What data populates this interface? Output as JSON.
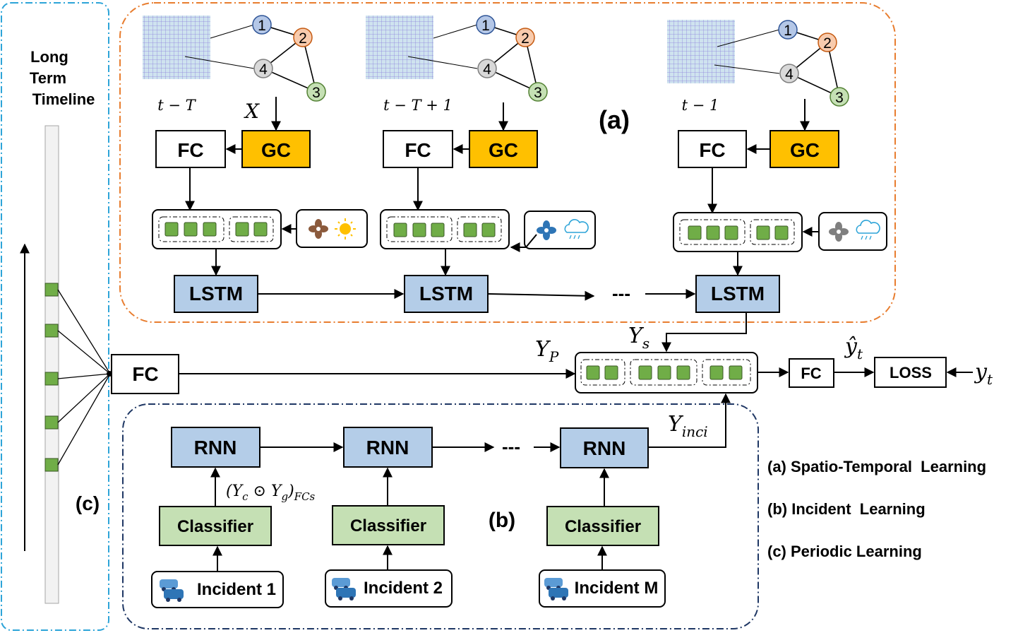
{
  "colors": {
    "orange_border": "#e87d2f",
    "blue_border": "#2da4d8",
    "navy_border": "#1f3764",
    "gc_fill": "#ffc000",
    "lstm_fill": "#b4cde8",
    "classifier_fill": "#c5e0b4",
    "cell_green": "#70ad47",
    "node_blue": "#b4c7e7",
    "node_orange": "#f8cbad",
    "node_gray": "#d9d9d9",
    "node_green": "#c5e0b4"
  },
  "timeline": {
    "title_lines": [
      "Long",
      "Term",
      "Timeline"
    ],
    "label": "(c)"
  },
  "spatio_temporal": {
    "label": "(a)",
    "time_labels": [
      "t − T",
      "t − T + 1",
      "t − 1"
    ],
    "input_label": "X",
    "fc_label": "FC",
    "gc_label": "GC",
    "lstm_label": "LSTM",
    "node_labels": [
      "1",
      "2",
      "4",
      "3"
    ],
    "ellipsis": "---",
    "weather_icons": [
      [
        "fan-icon",
        "sun-icon"
      ],
      [
        "fan-icon",
        "rain-cloud-icon"
      ],
      [
        "fan-icon",
        "rain-cloud-icon"
      ]
    ]
  },
  "fusion": {
    "fc_label": "FC",
    "ys_label": "Y",
    "ys_sub": "s",
    "yp_label": "Y",
    "yp_sub": "P",
    "yinci_label": "Y",
    "yinci_sub": "inci",
    "output_fc_label": "FC",
    "yhat_label": "ŷ",
    "yhat_sub": "t",
    "loss_label": "LOSS",
    "ytrue_label": "y",
    "ytrue_sub": "t"
  },
  "incident": {
    "label": "(b)",
    "rnn_label": "RNN",
    "classifier_label": "Classifier",
    "incident_labels": [
      "Incident 1",
      "Incident 2",
      "Incident M"
    ],
    "ellipsis": "---",
    "formula": "(Y",
    "formula_c": "c",
    "formula_op": " ⊙ Y",
    "formula_g": "g",
    "formula_close": ")",
    "formula_fcs": "FCs"
  },
  "legend": {
    "items": [
      "(a) Spatio-Temporal  Learning",
      "(b) Incident  Learning",
      "(c) Periodic Learning"
    ]
  }
}
